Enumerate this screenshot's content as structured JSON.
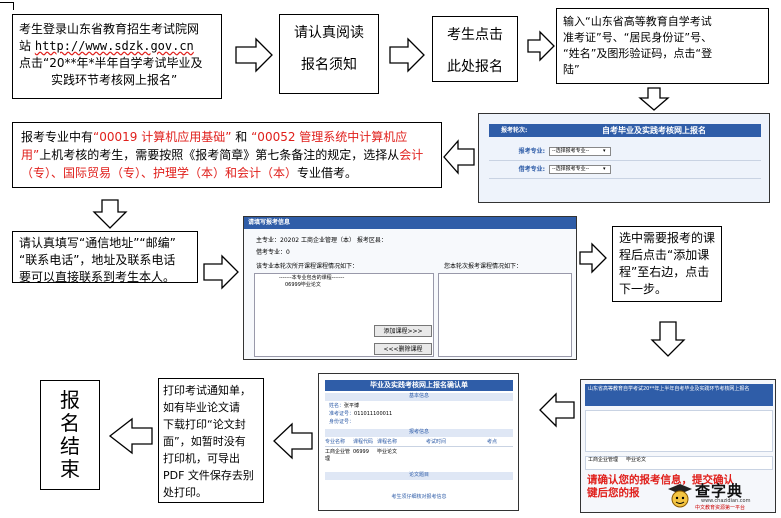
{
  "flow": {
    "step1": {
      "line1": "考生登录山东省教育招生考试院网",
      "line2_prefix": "站",
      "url": "http://www.sdzk.gov.cn",
      "line3": "点击“20**年*半年自学考试毕业及",
      "line4": "实践环节考核网上报名”"
    },
    "step2": {
      "line1": "请认真阅读",
      "line2": "报名须知"
    },
    "step3": {
      "line1": "考生点击",
      "line2": "此处报名"
    },
    "step4": {
      "line1": "输入“山东省高等教育自学考试",
      "line2": "准考证”号、“居民身份证”号、",
      "line3": "“姓名”及图形验证码，点击“登",
      "line4": "陆”"
    },
    "notice": {
      "p1": "报考专业中有",
      "r1": "“00019 计算机应用基础”",
      "p2": " 和 ",
      "r2": "“00052 管理系统中计算机应",
      "r3": "用”",
      "p3": "上机考核的考生，需要按照《报考简章》第七条备注的规定，选择从",
      "r4": "会计（专）、国际贸易（专）、护理学（本）和会计（本）",
      "p4": "专业借考。"
    },
    "contact": {
      "line1": "请认真填写“通信地址”“邮编”",
      "line2": "“联系电话”，地址及联系电话",
      "line3": "要可以直接联系到考生本人。"
    },
    "select_course": {
      "line1": "选中需要报考的课",
      "line2": "程后点击“添加课",
      "line3": "程”至右边，点击",
      "line4": "下一步。"
    },
    "print": {
      "line1": "打印考试通知单，",
      "line2": "如有毕业论文请",
      "line3": "下载打印“论文封",
      "line4": "面”，如暂时没有",
      "line5": "打印机，可导出",
      "line6": "PDF 文件保存去别",
      "line7": "处打印。"
    },
    "end": {
      "c1": "报",
      "c2": "名",
      "c3": "结",
      "c4": "束"
    }
  },
  "screen_register": {
    "label_round": "报考轮次:",
    "header": "自考毕业及实践考核网上报名",
    "label_major": "报考专业:",
    "label_borrow": "借考专业:",
    "select1": "--选择报考专业--",
    "select2": "--选择报考专业--"
  },
  "screen_course": {
    "header": "请填写报考信息",
    "major_line": "主专业：20202    工商企业管理（本）  报考区县：",
    "borrow_line": "借考专业：0",
    "left_title": "该专业本轮次所开课程课程情况如下：",
    "right_title": "您本轮次报考课程情况如下：",
    "list_head": "-------本专业包含的课程-------",
    "list_item": "06999毕业论文",
    "add_btn": "添加课程>>>",
    "del_btn": "<<<删除课程"
  },
  "screen_confirm": {
    "title": "毕业及实践考核网上报名确认单",
    "section1": "基本信息",
    "name_label": "姓名：",
    "name_value": "张平博",
    "id_label": "准考证号：",
    "id_value": "011011100011",
    "idcard_label": "身份证号：",
    "section2": "报考信息",
    "col_major": "专业名称",
    "col_code": "课程代码",
    "col_course": "课程名称",
    "col_time": "考试时间",
    "col_place": "考点",
    "row_major": "工商企业管理",
    "row_code": "06999",
    "row_course": "毕业论文",
    "section3": "论文题目",
    "footer": "考生须仔细核对报考信息"
  },
  "screen_confirm2": {
    "title": "山东省高等教育自学考试20**年上半年自考毕业及实践环节考核网上报名",
    "row_major": "工商企业管理",
    "row_course": "毕业论文"
  },
  "overlay": {
    "line1": "请确认您的报考信息，提交确认",
    "line2": "键后您的报"
  },
  "logo": {
    "name": "查字典",
    "site": "www.chazidian.com",
    "slogan": "中文教育资源第一平台"
  },
  "colors": {
    "accent_red": "#e0201c",
    "header_blue": "#2f5da8",
    "shot_bg": "#f3f6fb"
  }
}
